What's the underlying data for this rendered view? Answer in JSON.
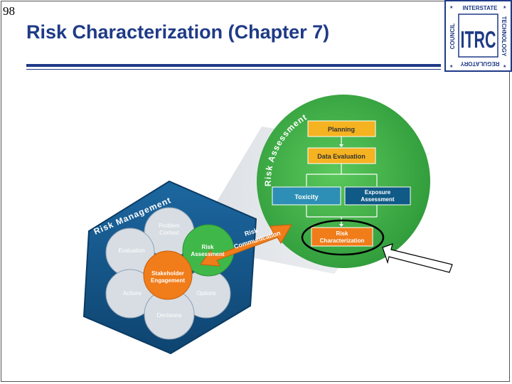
{
  "slide": {
    "number": "98",
    "title": "Risk Characterization (Chapter 7)"
  },
  "logo": {
    "letters": "ITRC",
    "top": "INTERSTATE",
    "right": "TECHNOLOGY",
    "bottom": "REGULATORY",
    "left": "COUNCIL"
  },
  "risk_management": {
    "label": "Risk Management",
    "center": [
      "Stakeholder",
      "Engagement"
    ],
    "nodes": {
      "problem_context": [
        "Problem",
        "Context"
      ],
      "evaluation": "Evaluation",
      "risk_assessment": [
        "Risk",
        "Assessment"
      ],
      "actions": "Actions",
      "options": "Options",
      "decisions": "Decisions"
    }
  },
  "risk_communication": [
    "Risk",
    "Communication"
  ],
  "risk_assessment_panel": {
    "label": "Risk Assessment",
    "planning": "Planning",
    "data_evaluation": "Data Evaluation",
    "toxicity": "Toxicity",
    "exposure_assessment": [
      "Exposure",
      "Assessment"
    ],
    "risk_characterization": [
      "Risk",
      "Characterization"
    ]
  },
  "colors": {
    "title": "#1f3a87",
    "hexagon": "#14558b",
    "green_circle": "#3fb849",
    "orange": "#f07c1a",
    "yellow_box": "#f5b221",
    "teal_box": "#2d8fb5",
    "navy_box": "#0f5a86"
  }
}
